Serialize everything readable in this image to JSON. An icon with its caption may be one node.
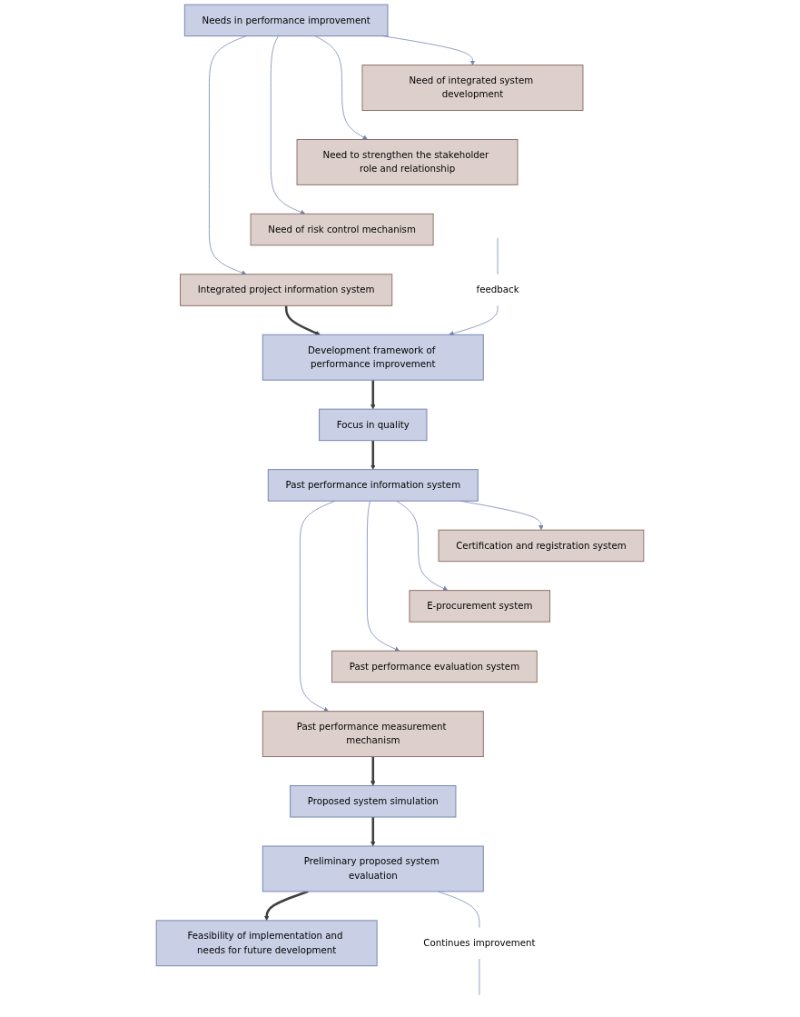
{
  "diagram": {
    "nodes": [
      {
        "text": [
          "Needs in performance improvement"
        ]
      },
      {
        "text": [
          "Need of integrated system development"
        ]
      },
      {
        "text": [
          "Need to strengthen the stakeholder role and relationship"
        ]
      },
      {
        "text": [
          "Need of risk control mechanism"
        ]
      },
      {
        "text": [
          "Integrated project information system"
        ]
      },
      {
        "text": [
          "Development framework of performance improvement"
        ]
      },
      {
        "text": [
          "Focus in quality"
        ]
      },
      {
        "text": [
          "Past performance information system"
        ]
      },
      {
        "text": [
          "Certification and registration system"
        ]
      },
      {
        "text": [
          "E-procurement system"
        ]
      },
      {
        "text": [
          "Past performance evaluation system"
        ]
      },
      {
        "text": [
          "Past performance measurement mechanism"
        ]
      },
      {
        "text": [
          "Proposed system simulation"
        ]
      },
      {
        "text": [
          "Preliminary proposed system evaluation"
        ]
      },
      {
        "text": [
          "Feasibility of implementation and needs for future development"
        ]
      },
      {
        "text": [
          "feedback"
        ]
      },
      {
        "text": [
          "Continues improvement"
        ]
      }
    ],
    "edges": [
      {
        "from": 0,
        "to": 1,
        "arrow": "to"
      },
      {
        "from": 0,
        "to": 2,
        "arrow": "to"
      },
      {
        "from": 0,
        "to": 3,
        "arrow": "to"
      },
      {
        "from": 0,
        "to": 4,
        "arrow": "to"
      },
      {
        "from": 4,
        "to": 5,
        "arrow": "to",
        "style": "thick",
        "color": "#404040"
      },
      {
        "from": 5,
        "to": 6,
        "arrow": "to",
        "style": "thick",
        "color": "#404040"
      },
      {
        "from": 6,
        "to": 7,
        "arrow": "to",
        "style": "thick",
        "color": "#404040"
      },
      {
        "from": 7,
        "to": 8,
        "arrow": "to"
      },
      {
        "from": 7,
        "to": 9,
        "arrow": "to"
      },
      {
        "from": 7,
        "to": 10,
        "arrow": "to"
      },
      {
        "from": 7,
        "to": 11,
        "arrow": "to"
      },
      {
        "from": 11,
        "to": 12,
        "arrow": "to",
        "style": "thick",
        "color": "#404040"
      },
      {
        "from": 12,
        "to": 13,
        "arrow": "to",
        "style": "thick",
        "color": "#404040"
      },
      {
        "from": 13,
        "to": 14,
        "arrow": "to",
        "style": "thick",
        "color": "#404040"
      },
      {
        "from": 15,
        "to": 5,
        "arrow": "to"
      },
      {
        "from": null,
        "to": 15,
        "arrow": "none"
      },
      {
        "from": 13,
        "to": 16,
        "arrow": "none"
      },
      {
        "from": 16,
        "to": null,
        "arrow": "none"
      }
    ]
  }
}
